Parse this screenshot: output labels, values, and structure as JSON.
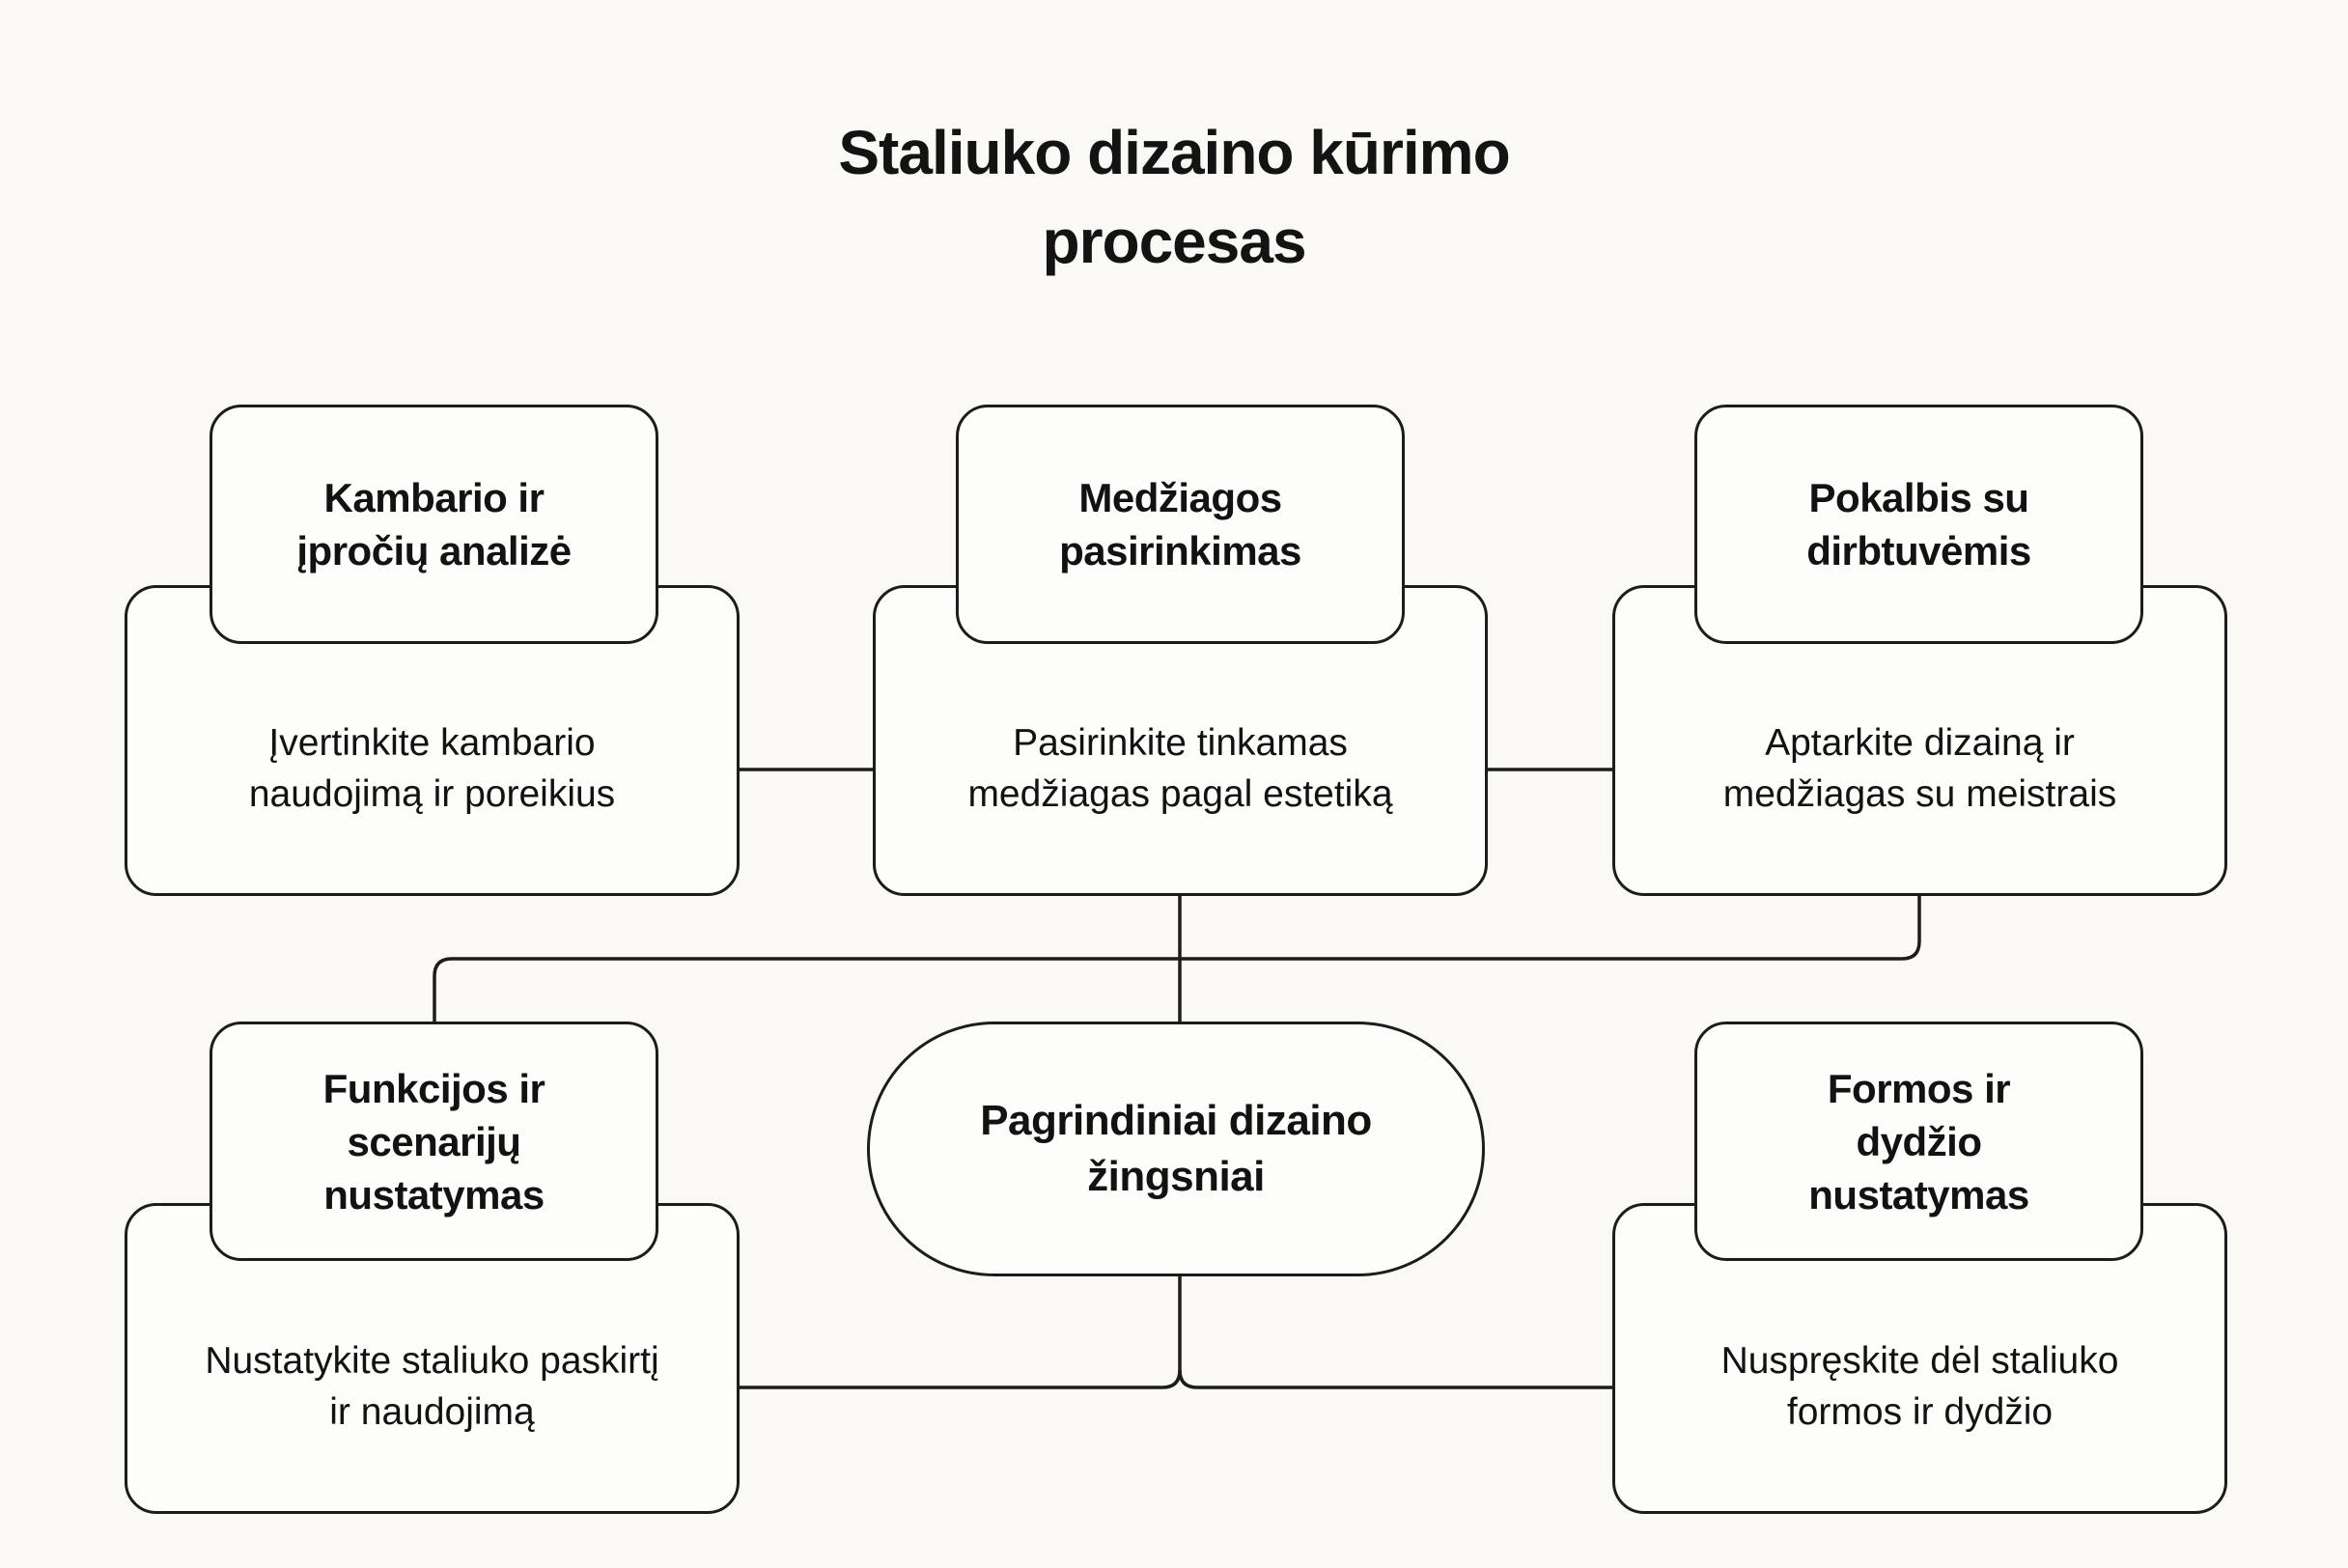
{
  "title": "Staliuko dizaino kūrimo procesas",
  "center_node": {
    "label": "Pagrindiniai dizaino žingsniai"
  },
  "nodes": {
    "room_analysis": {
      "title": "Kambario ir įpročių analizė",
      "desc": "Įvertinkite kambario naudojimą ir poreikius"
    },
    "material_selection": {
      "title": "Medžiagos pasirinkimas",
      "desc": "Pasirinkite tinkamas medžiagas pagal estetiką"
    },
    "workshop_talk": {
      "title": "Pokalbis su dirbtuvėmis",
      "desc": "Aptarkite dizainą ir medžiagas su meistrais"
    },
    "function_setting": {
      "title": "Funkcijos ir scenarijų nustatymas",
      "desc": "Nustatykite staliuko paskirtį ir naudojimą"
    },
    "shape_size": {
      "title": "Formos ir dydžio nustatymas",
      "desc": "Nuspręskite dėl staliuko formos ir dydžio"
    }
  },
  "colors": {
    "background": "#faf9f6",
    "box_fill": "#fdfdfb",
    "border": "#1c1c1c",
    "text": "#121212"
  }
}
